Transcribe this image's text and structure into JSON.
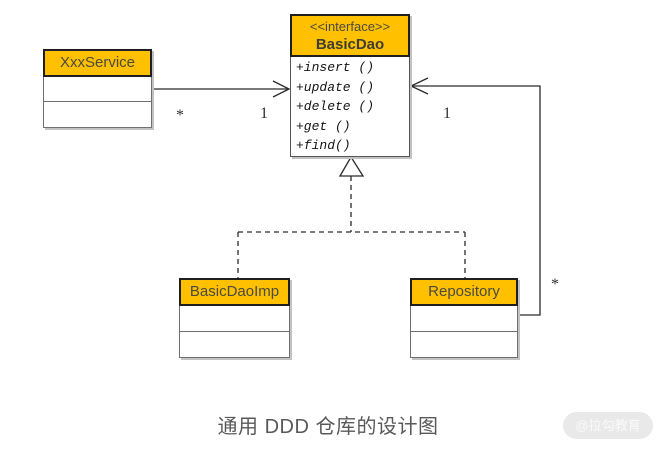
{
  "diagram": {
    "caption": "通用 DDD 仓库的设计图",
    "watermark": "@拉勾教育"
  },
  "colors": {
    "header_fill": "#FFC000",
    "header_border": "#1F1F1F",
    "compartment_border": "#6F6F6F",
    "line": "#2A2A2A",
    "caption_text": "#595959",
    "watermark_bg": "#E9E9E9"
  },
  "boxes": {
    "service": {
      "name": "XxxService"
    },
    "dao": {
      "stereotype": "<<interface>>",
      "name": "BasicDao",
      "methods": [
        "+insert ()",
        "+update ()",
        "+delete ()",
        "+get ()",
        "+find()"
      ]
    },
    "dao_imp": {
      "name": "BasicDaoImp"
    },
    "repository": {
      "name": "Repository"
    }
  },
  "labels": {
    "service_side_multiplicity": "*",
    "dao_left_multiplicity": "1",
    "dao_right_multiplicity": "1",
    "repository_side_multiplicity": "*"
  }
}
